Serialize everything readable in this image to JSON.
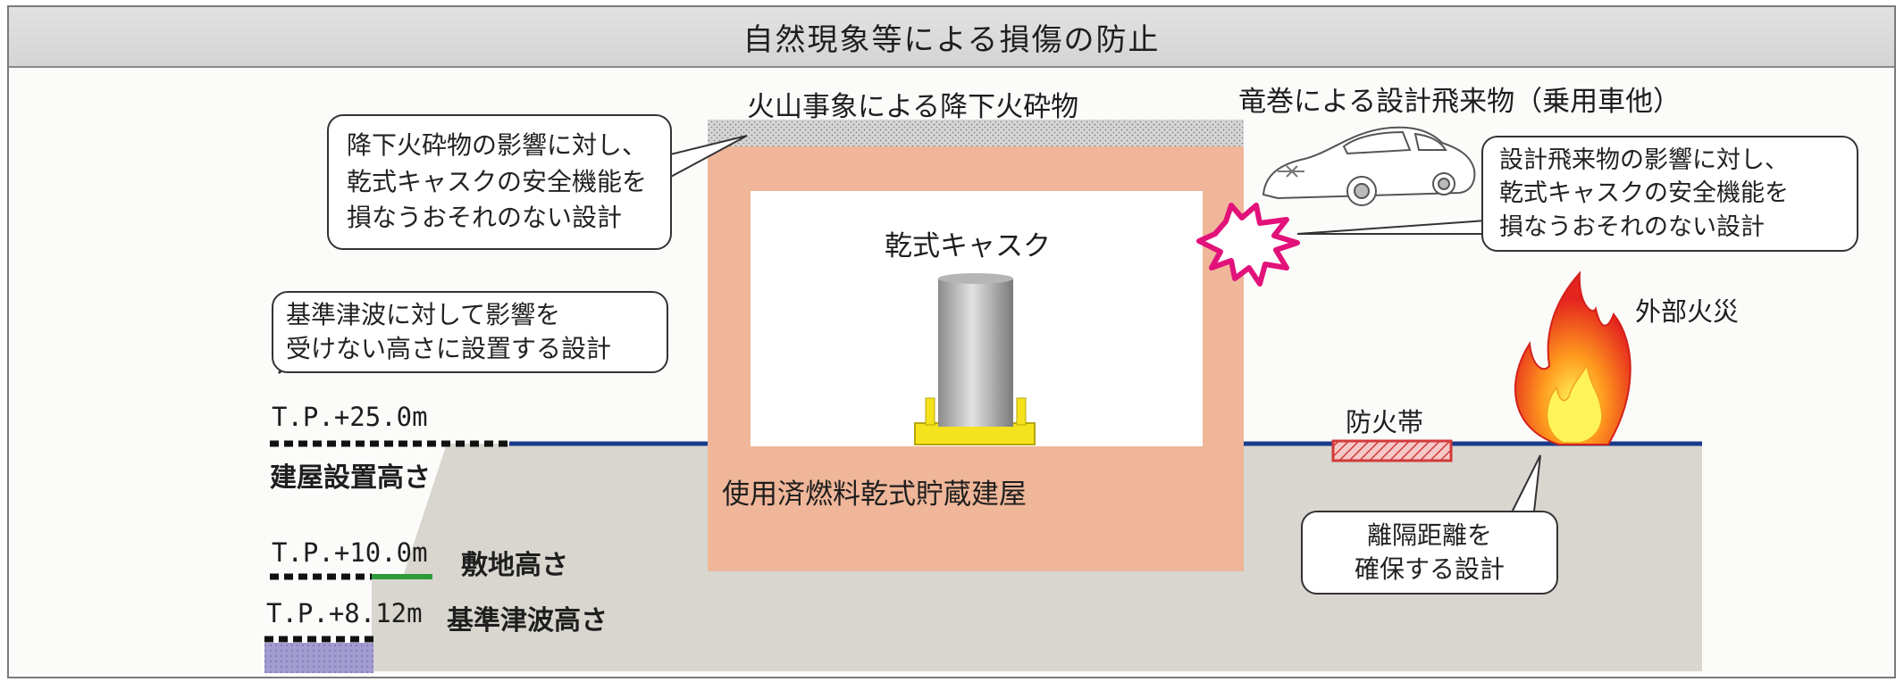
{
  "title": "自然現象等による損傷の防止",
  "labels": {
    "ash": "火山事象による降下火砕物",
    "tornado": "竜巻による設計飛来物（乗用車他）",
    "cask": "乾式キャスク",
    "building": "使用済燃料乾式貯蔵建屋",
    "fire": "外部火災",
    "firebreak": "防火帯",
    "level_25": "T.P.+25.0m",
    "level_25_name": "建屋設置高さ",
    "level_10": "T.P.+10.0m",
    "level_10_name": "敷地高さ",
    "level_812": "T.P.+8.12m",
    "level_812_name": "基準津波高さ"
  },
  "callouts": {
    "ash": [
      "降下火砕物の影響に対し、",
      "乾式キャスクの安全機能を",
      "損なうおそれのない設計"
    ],
    "tornado": [
      "設計飛来物の影響に対し、",
      "乾式キャスクの安全機能を",
      "損なうおそれのない設計"
    ],
    "tsunami": [
      "基準津波に対して影響を",
      "受けない高さに設置する設計"
    ],
    "distance": [
      "離隔距離を",
      "確保する設計"
    ]
  },
  "colors": {
    "building": "#efb699",
    "ground": "#d8d6cf",
    "ground_line": "#1a3b8c",
    "site_line": "#2e9a3a",
    "tsunami": "#9a94c8",
    "cask_base": "#f4e21c",
    "firebreak": "#d23a3a",
    "impact": "#e2127a"
  },
  "icons": {
    "car": "car-icon",
    "fire": "fire-icon",
    "impact": "impact-burst-icon"
  }
}
